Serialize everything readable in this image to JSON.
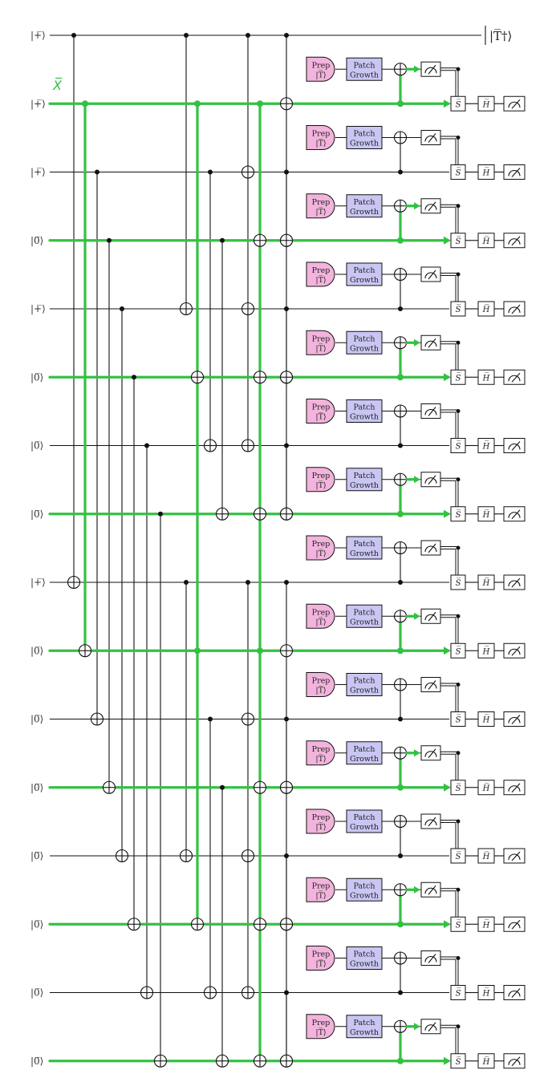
{
  "qubit_labels": [
    "|+̅⟩",
    "|+̅⟩",
    "|+̅⟩",
    "|0̅⟩",
    "|+̅⟩",
    "|0̅⟩",
    "|0̅⟩",
    "|0̅⟩",
    "|+̅⟩",
    "|0̅⟩",
    "|0̅⟩",
    "|0̅⟩",
    "|0̅⟩",
    "|0̅⟩",
    "|0̅⟩",
    "|0̅⟩"
  ],
  "output_label": "|T̅†⟩",
  "logical_label": "X̅",
  "prep_label_top": "Prep",
  "prep_label_bottom": "|T̅⟩",
  "patch_label_top": "Patch",
  "patch_label_bottom": "Growth",
  "s_gate": "S̅",
  "h_gate": "H̅",
  "colors": {
    "green": "#33c142",
    "prep": "#f2b3dc",
    "patch": "#c9c6f3"
  }
}
